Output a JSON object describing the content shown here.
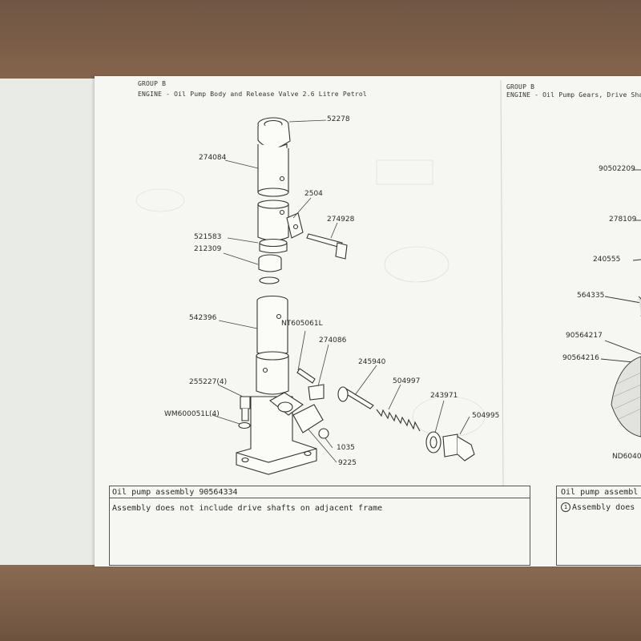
{
  "left_page": {
    "header_group": "GROUP B",
    "header_title": "ENGINE - Oil Pump Body and Release Valve 2.6 Litre Petrol",
    "parts": [
      {
        "key": "52278",
        "label": "52278"
      },
      {
        "key": "274084",
        "label": "274084"
      },
      {
        "key": "2504",
        "label": "2504"
      },
      {
        "key": "274928",
        "label": "274928"
      },
      {
        "key": "521583",
        "label": "521583"
      },
      {
        "key": "212309",
        "label": "212309"
      },
      {
        "key": "542396",
        "label": "542396"
      },
      {
        "key": "NT605061L",
        "label": "NT605061L"
      },
      {
        "key": "274086",
        "label": "274086"
      },
      {
        "key": "245940",
        "label": "245940"
      },
      {
        "key": "504997",
        "label": "504997"
      },
      {
        "key": "243971",
        "label": "243971"
      },
      {
        "key": "504995",
        "label": "504995"
      },
      {
        "key": "255227(4)",
        "label": "255227(4)"
      },
      {
        "key": "WM600051L(4)",
        "label": "WM600051L(4)"
      },
      {
        "key": "1035",
        "label": "1035"
      },
      {
        "key": "9225",
        "label": "9225"
      }
    ],
    "caption_line1": "Oil pump assembly 90564334",
    "caption_line2": "Assembly does not include drive shafts on adjacent frame"
  },
  "right_page": {
    "header_group": "GROUP B",
    "header_title": "ENGINE - Oil Pump Gears, Drive Shaf",
    "parts": [
      {
        "key": "90502209",
        "label": "90502209"
      },
      {
        "key": "278109",
        "label": "278109"
      },
      {
        "key": "240555",
        "label": "240555"
      },
      {
        "key": "564335",
        "label": "564335"
      },
      {
        "key": "90564217",
        "label": "90564217"
      },
      {
        "key": "90564216",
        "label": "90564216"
      },
      {
        "key": "ND6040",
        "label": "ND6040"
      }
    ],
    "caption_line1": "Oil pump assembl",
    "caption_note_marker": "1",
    "caption_line2": "Assembly does"
  }
}
